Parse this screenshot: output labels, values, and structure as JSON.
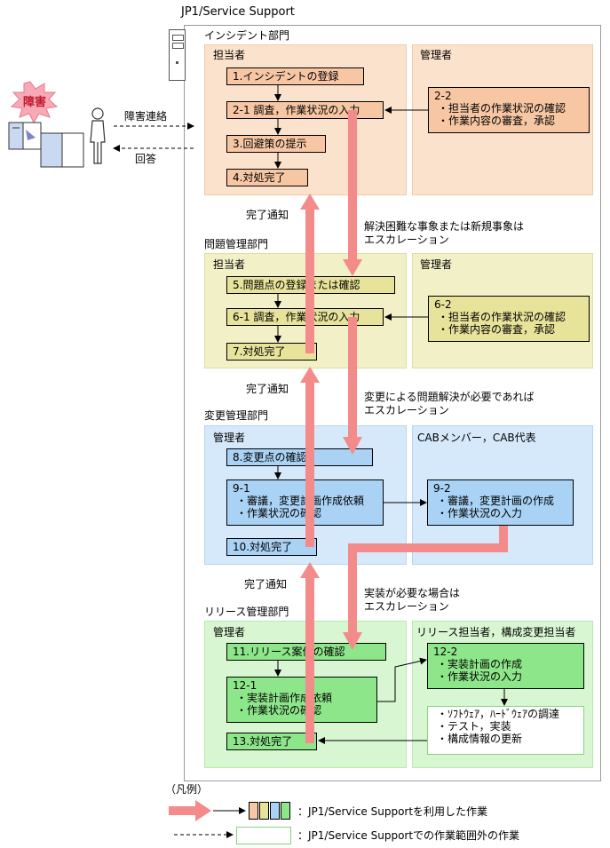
{
  "system_title": "JP1/Service Support",
  "incident": {
    "dept": "インシデント部門",
    "left_role": "担当者",
    "right_role": "管理者",
    "step1": "1.インシデントの登録",
    "step2": "2-1 調査，作業状況の入力",
    "step3": "3.回避策の提示",
    "step4": "4.対処完了",
    "mgr_no": "2-2",
    "mgr_line1": "・担当者の作業状況の確認",
    "mgr_line2": "・作業内容の審査，承認"
  },
  "outside": {
    "failure_label": "障害",
    "report": "障害連絡",
    "answer": "回答"
  },
  "transition1": {
    "done": "完了通知",
    "esc_line1": "解決困難な事象または新規事象は",
    "esc_line2": "エスカレーション"
  },
  "problem": {
    "dept": "問題管理部門",
    "left_role": "担当者",
    "right_role": "管理者",
    "step5": "5.問題点の登録または確認",
    "step6": "6-1 調査，作業状況の入力",
    "step7": "7.対処完了",
    "mgr_no": "6-2",
    "mgr_line1": "・担当者の作業状況の確認",
    "mgr_line2": "・作業内容の審査，承認"
  },
  "transition2": {
    "done": "完了通知",
    "esc_line1": "変更による問題解決が必要であれば",
    "esc_line2": "エスカレーション"
  },
  "change": {
    "dept": "変更管理部門",
    "left_role": "管理者",
    "right_role": "CABメンバー，CAB代表",
    "step8": "8.変更点の確認",
    "step9_no": "9-1",
    "step9_line1": "・審議，変更計画作成依頼",
    "step9_line2": "・作業状況の確認",
    "step10": "10.対処完了",
    "right_no": "9-2",
    "right_line1": "・審議，変更計画の作成",
    "right_line2": "・作業状況の入力"
  },
  "transition3": {
    "done": "完了通知",
    "esc_line1": "実装が必要な場合は",
    "esc_line2": "エスカレーション"
  },
  "release": {
    "dept": "リリース管理部門",
    "left_role": "管理者",
    "right_role": "リリース担当者，構成変更担当者",
    "step11": "11.リリース案件の確認",
    "step12_no": "12-1",
    "step12_line1": "・実装計画作成依頼",
    "step12_line2": "・作業状況の確認",
    "step13": "13.対処完了",
    "right_no": "12-2",
    "right_line1": "・実装計画の作成",
    "right_line2": "・作業状況の入力",
    "ext_line1": "・ｿﾌﾄｳｪｱ，ﾊｰﾄﾞｳｪｱの調達",
    "ext_line2": "・テスト，実装",
    "ext_line3": "・構成情報の更新"
  },
  "legend": {
    "title": "（凡例）",
    "line1": "：JP1/Service Supportを利用した作業",
    "line2": "：JP1/Service Supportでの作業範囲外の作業"
  },
  "colors": {
    "incident_bg": "#fbe2cc",
    "incident_step": "#f7c7a4",
    "problem_bg": "#f2f0c7",
    "problem_step": "#e8e39a",
    "change_bg": "#d6e9fb",
    "change_step": "#a9d2f5",
    "release_bg": "#d8f6d2",
    "release_step": "#8ee68a",
    "arrow": "#f48b8b"
  }
}
